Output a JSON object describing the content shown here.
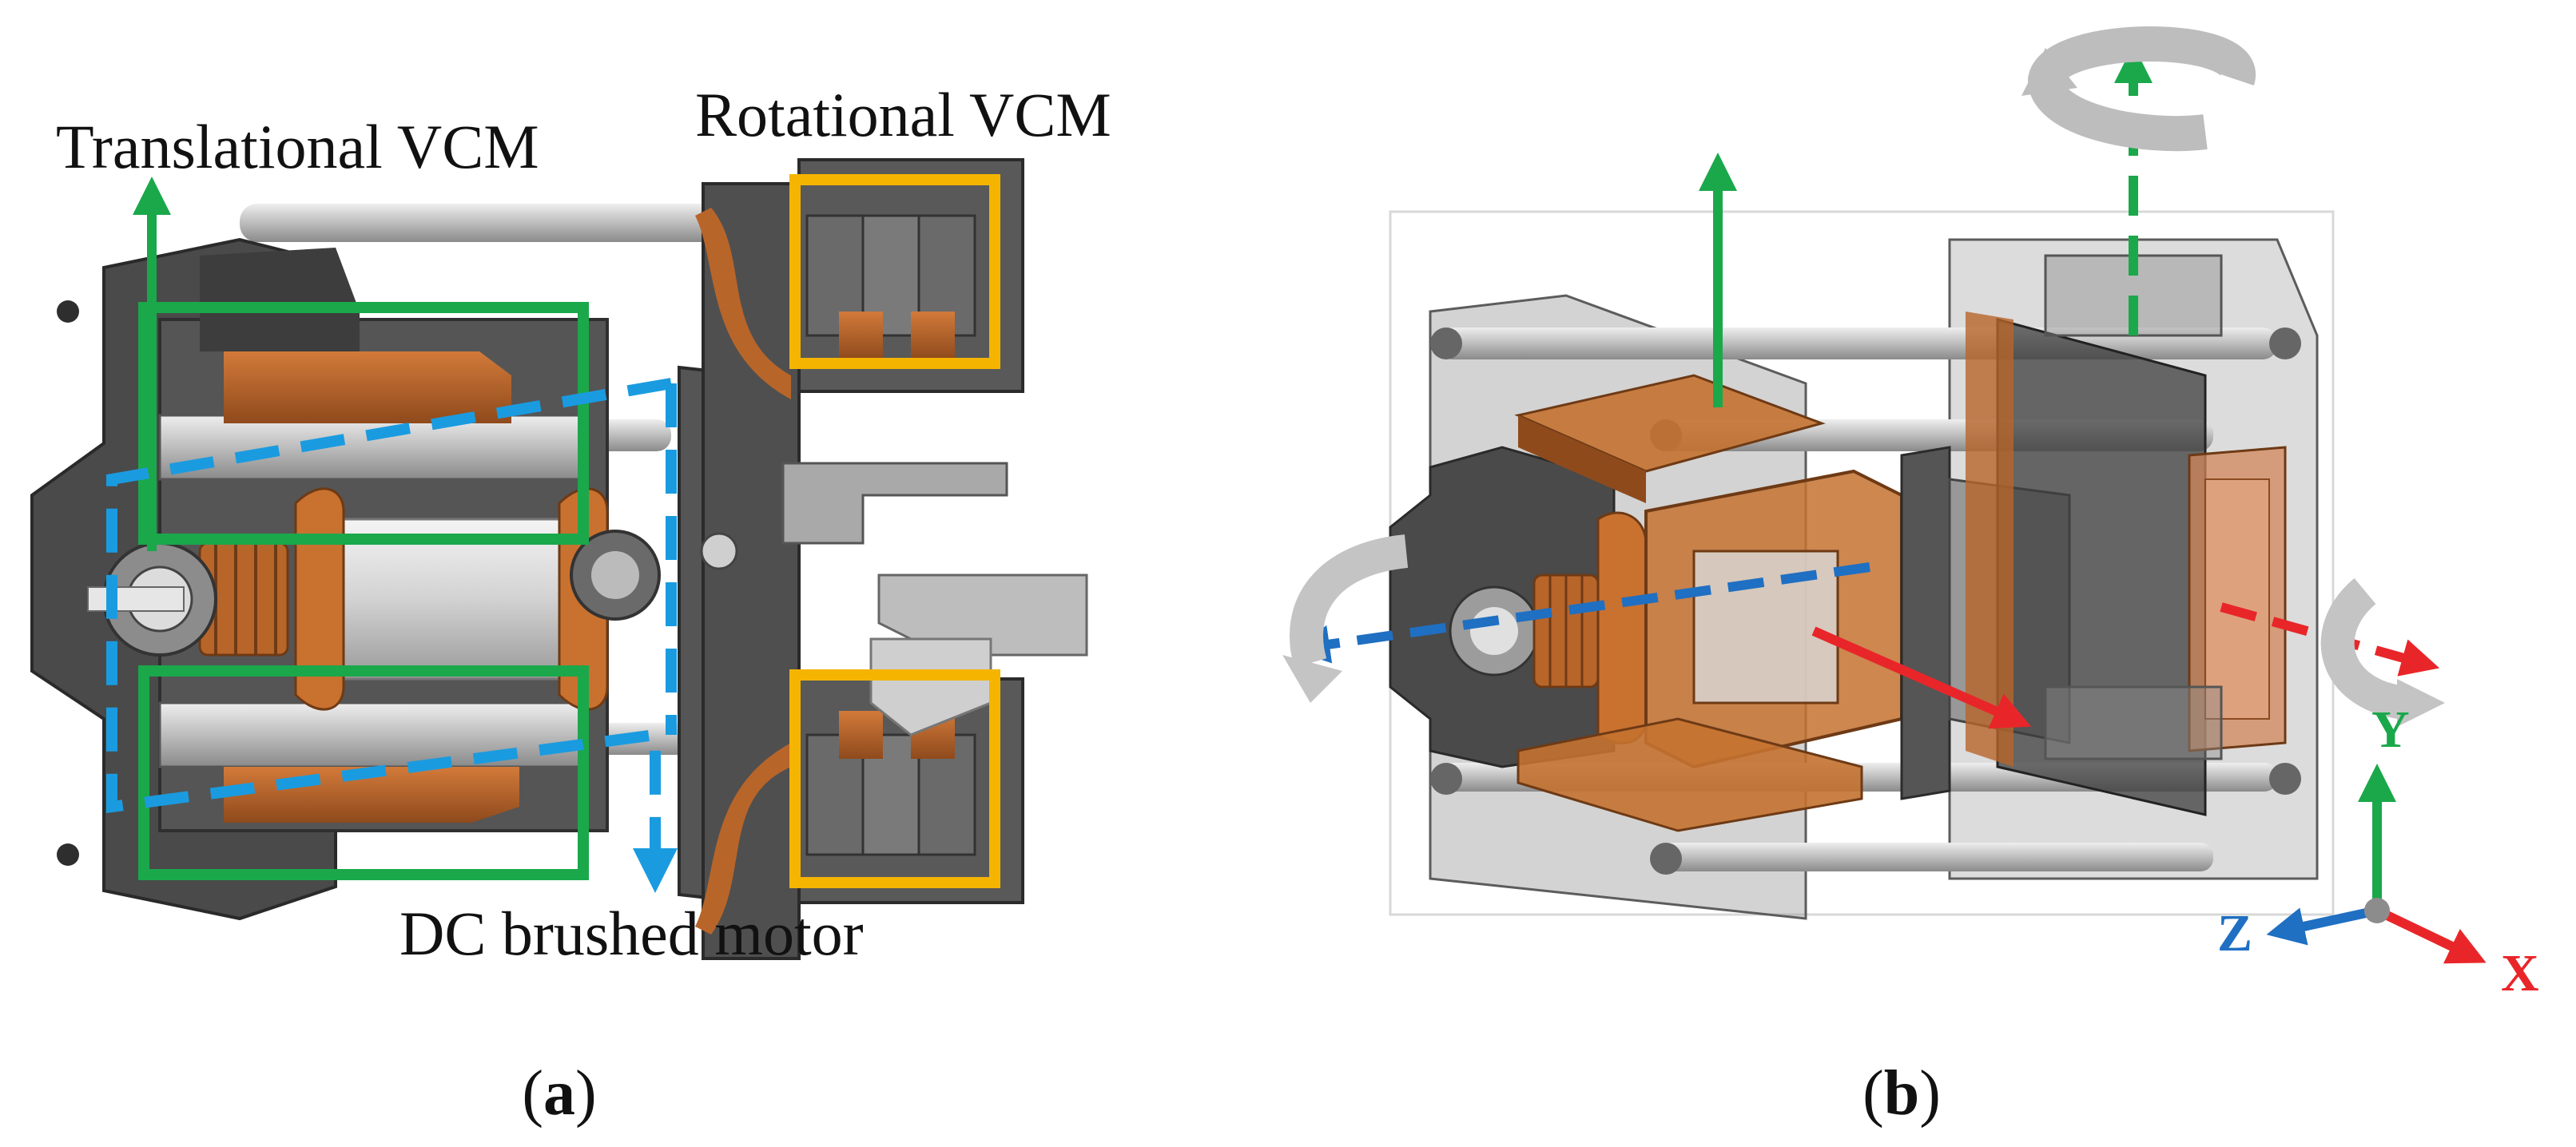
{
  "panel_a": {
    "label_translational": "Translational VCM",
    "label_rotational": "Rotational VCM",
    "label_dc_motor": "DC brushed motor",
    "caption_prefix": "(",
    "caption_letter": "a",
    "caption_suffix": ")"
  },
  "panel_b": {
    "axis_x": "X",
    "axis_y": "Y",
    "axis_z": "Z",
    "caption_prefix": "(",
    "caption_letter": "b",
    "caption_suffix": ")"
  },
  "colors": {
    "translational_box": "#1aa84b",
    "rotational_box": "#f5b400",
    "dc_motor_box": "#1a9be0",
    "x_axis": "#e8262a",
    "y_axis": "#1aa84b",
    "z_axis": "#1f6fc2",
    "housing_dark": "#4a4a4a",
    "copper": "#b8652a",
    "rod": "#c8c8c8"
  }
}
